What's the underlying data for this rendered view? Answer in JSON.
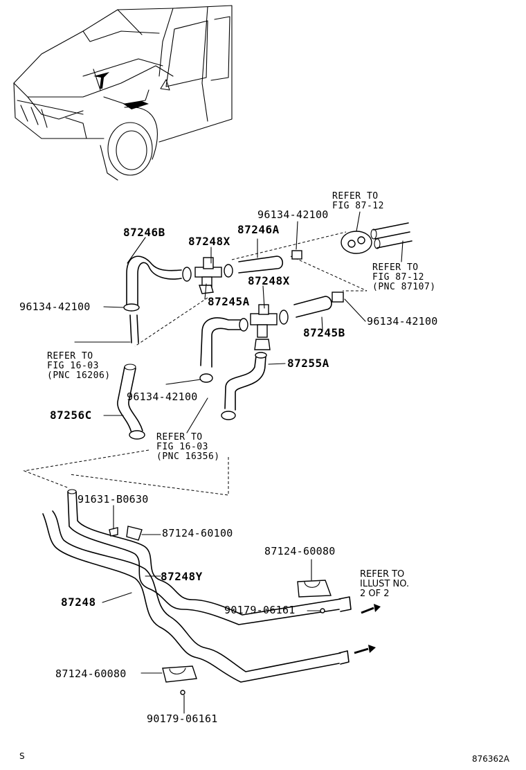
{
  "labels": {
    "p87246B": "87246B",
    "p87248X_top": "87248X",
    "p87246A": "87246A",
    "p96134_top": "96134-42100",
    "ref_fig8712_top": "REFER TO\nFIG 87-12",
    "ref_fig8712_right": "REFER TO\nFIG 87-12\n(PNC 87107)",
    "p96134_left": "96134-42100",
    "p87248X_mid": "87248X",
    "p87245A": "87245A",
    "p96134_right": "96134-42100",
    "p87245B": "87245B",
    "ref_fig1603_a": "REFER TO\nFIG 16-03\n(PNC 16206)",
    "p87255A": "87255A",
    "p96134_low": "96134-42100",
    "p87256C": "87256C",
    "ref_fig1603_b": "REFER TO\nFIG 16-03\n(PNC 16356)",
    "p91631": "91631-B0630",
    "p87124_60100": "87124-60100",
    "p87124_60080_top": "87124-60080",
    "ref_illust": "REFER TO\nILLUST NO.\n2 OF 2",
    "p87248Y": "87248Y",
    "p87248": "87248",
    "p90179_top": "90179-06161",
    "p87124_60080_bot": "87124-60080",
    "p90179_bot": "90179-06161",
    "corner_left": "S",
    "corner_right": "876362A"
  },
  "icons": [
    "vehicle-illustration",
    "arrow-right-icon"
  ]
}
